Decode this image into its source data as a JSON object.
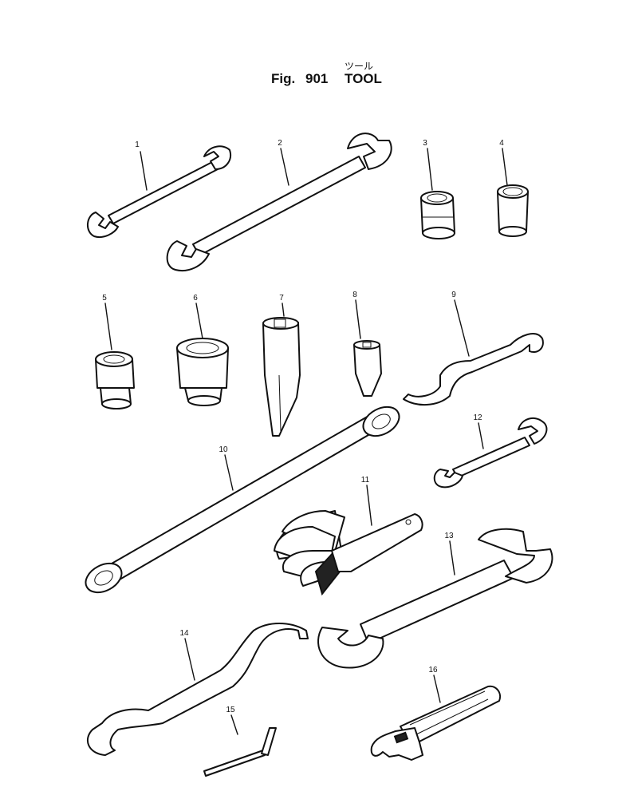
{
  "figure": {
    "prefix": "Fig.",
    "number": "901",
    "title_jp": "ツール",
    "title": "TOOL"
  },
  "callouts": [
    "1",
    "2",
    "3",
    "4",
    "5",
    "6",
    "7",
    "8",
    "9",
    "10",
    "11",
    "12",
    "13",
    "14",
    "15",
    "16"
  ]
}
